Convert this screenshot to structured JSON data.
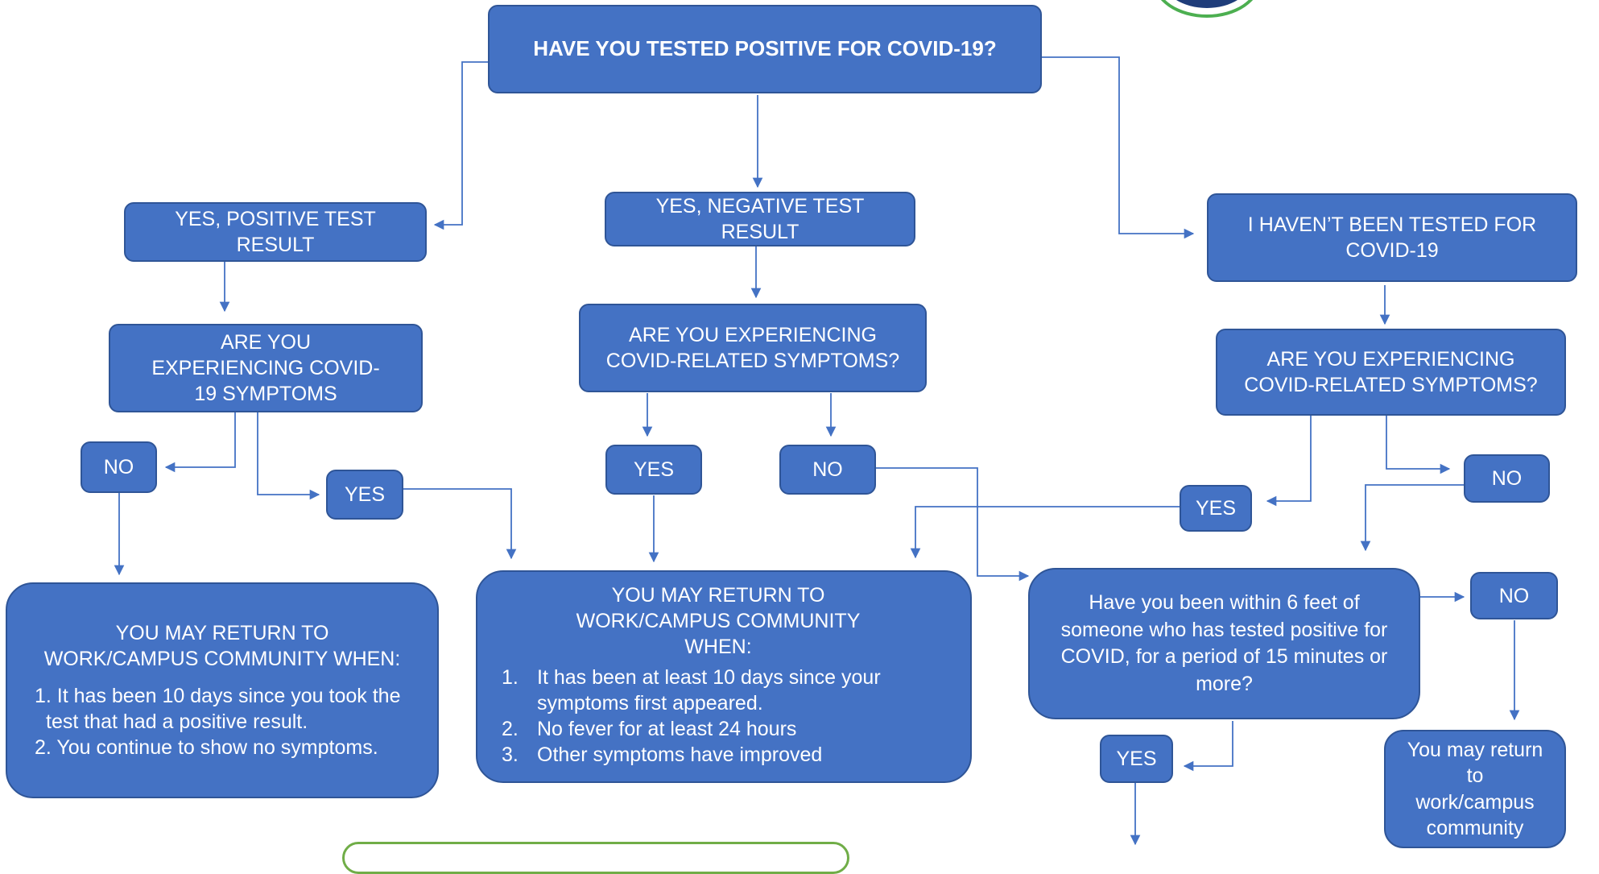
{
  "flow": {
    "question_tested": "HAVE YOU TESTED POSITIVE FOR COVID-19?",
    "positive": {
      "result_label": "YES, POSITIVE TEST RESULT",
      "symptoms_question": "ARE YOU EXPERIENCING COVID-19 SYMPTOMS",
      "no_label": "NO",
      "yes_label": "YES",
      "return_title": "YOU MAY RETURN TO WORK/CAMPUS COMMUNITY WHEN:",
      "return_items": [
        "1. It has been 10 days since you took the test that had a positive result.",
        "2. You continue to show no symptoms."
      ]
    },
    "negative": {
      "result_label": "YES, NEGATIVE TEST RESULT",
      "symptoms_question": "ARE YOU EXPERIENCING COVID-RELATED SYMPTOMS?",
      "yes_label": "YES",
      "no_label": "NO",
      "return_title": "YOU MAY RETURN TO WORK/CAMPUS COMMUNITY WHEN:",
      "return_items": [
        {
          "num": "1.",
          "text": "It has been at least 10 days since your symptoms first appeared."
        },
        {
          "num": "2.",
          "text": "No fever for at least 24 hours"
        },
        {
          "num": "3.",
          "text": "Other symptoms have improved"
        }
      ]
    },
    "untested": {
      "result_label": "I HAVEN’T BEEN TESTED FOR COVID-19",
      "symptoms_question": "ARE YOU EXPERIENCING COVID-RELATED SYMPTOMS?",
      "yes_label": "YES",
      "no_label": "NO",
      "exposure_question": "Have you been within 6 feet of someone who has tested positive for COVID, for a period of 15 minutes or more?",
      "exposure_no_label": "NO",
      "exposure_yes_label": "YES",
      "return_text": "You may return to work/campus community"
    }
  },
  "colors": {
    "box_fill": "#4472c4",
    "box_border": "#2f5597",
    "connector": "#4472c4",
    "logo_ring": "#4caf50",
    "note_border": "#70ad47"
  }
}
